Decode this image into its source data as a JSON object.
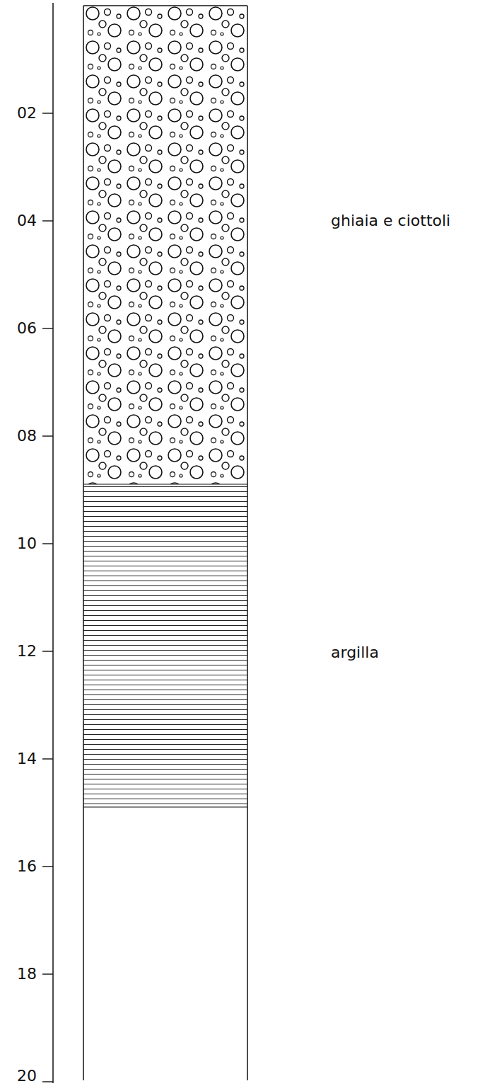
{
  "diagram": {
    "labels": [
      "02",
      "04",
      "06",
      "08",
      "10",
      "12",
      "14",
      "16",
      "18",
      "20",
      "ghiaia e ciottoli",
      "argilla"
    ]
  }
}
